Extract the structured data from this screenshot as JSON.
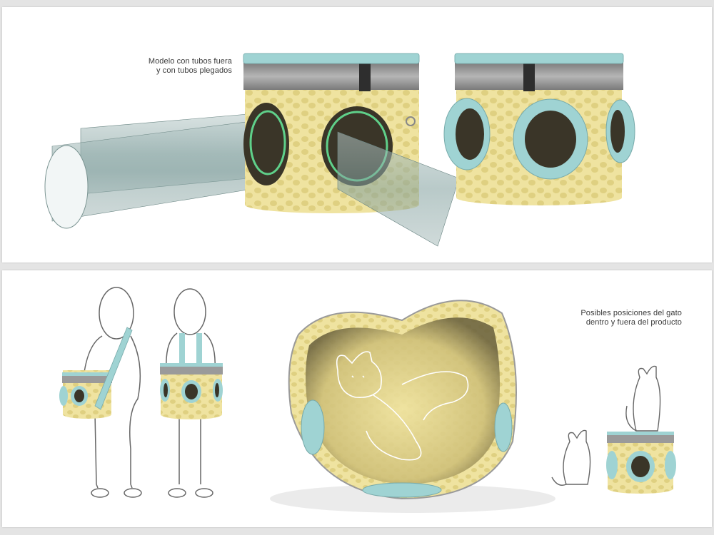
{
  "captions": {
    "top": {
      "line1": "Modelo con tubos fuera",
      "line2": "y con tubos plegados"
    },
    "bottom": {
      "line1": "Posibles posiciones del gato",
      "line2": "dentro y fuera del producto"
    }
  },
  "colors": {
    "background": "#e4e4e4",
    "panel": "#ffffff",
    "body_fabric": "#efe3a0",
    "body_spots": "#d9c873",
    "ring_teal": "#9fd3d3",
    "band_grey": "#9a9a9a",
    "tube": "#8aa8a8",
    "hole_dark": "#3a3528",
    "sketch_line": "#555555"
  }
}
